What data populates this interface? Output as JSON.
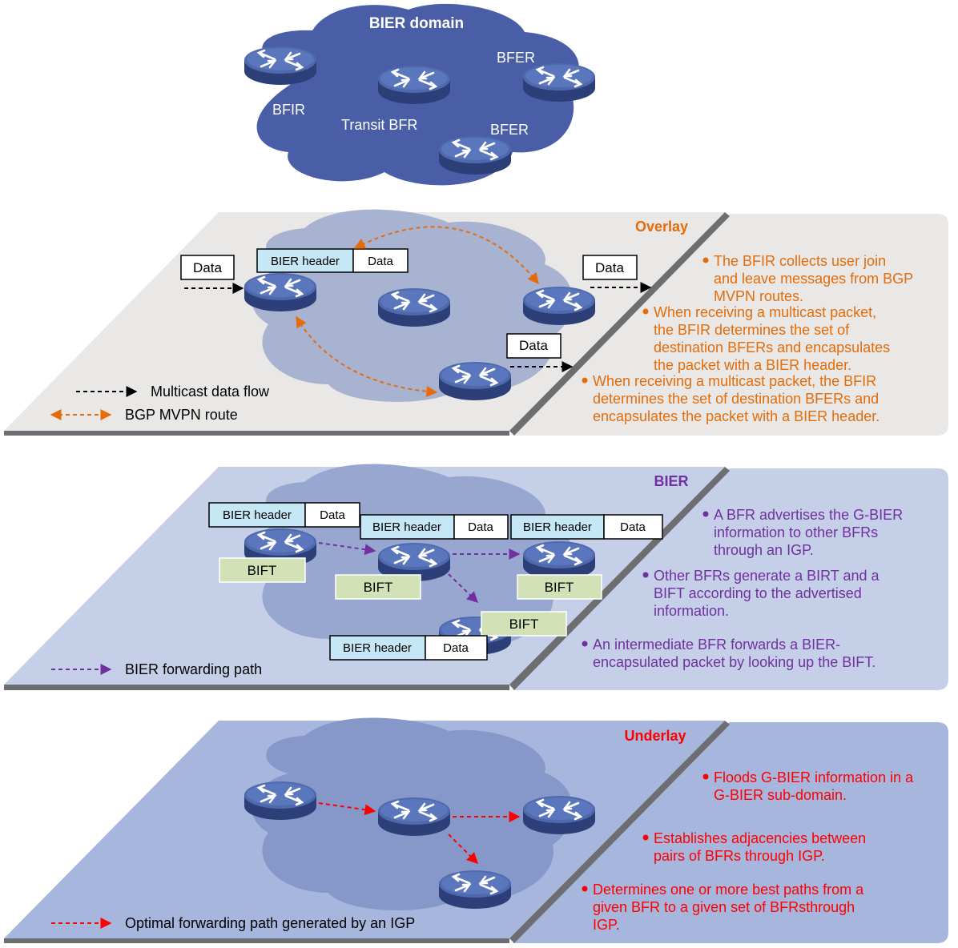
{
  "domain_cloud": {
    "title": "BIER domain",
    "routers": {
      "bfir": "BFIR",
      "transit": "Transit BFR",
      "bfer_top": "BFER",
      "bfer_bottom": "BFER"
    }
  },
  "overlay": {
    "title": "Overlay",
    "data_label": "Data",
    "bier_header": "BIER header",
    "legend": {
      "multicast": "Multicast data flow",
      "bgp": "BGP MVPN route"
    },
    "bullets": [
      [
        "The BFIR collects user join",
        "and leave messages from BGP",
        "MVPN routes."
      ],
      [
        "When receiving a multicast packet,",
        "the BFIR determines the set of",
        "destination BFERs and encapsulates",
        "the packet with a BIER header."
      ],
      [
        "When receiving a multicast packet, the BFIR",
        "determines the set of destination BFERs and",
        "encapsulates the packet with a BIER header."
      ]
    ]
  },
  "bier": {
    "title": "BIER",
    "bier_header": "BIER header",
    "data_label": "Data",
    "bift_label": "BIFT",
    "legend": {
      "forwarding": "BIER forwarding path"
    },
    "bullets": [
      [
        "A BFR advertises the G-BIER",
        "information to other BFRs",
        "through an IGP."
      ],
      [
        "Other BFRs generate a BIRT and a",
        "BIFT according to the advertised",
        "information."
      ],
      [
        "An intermediate BFR forwards a BIER-",
        "encapsulated packet by looking up the BIFT."
      ]
    ]
  },
  "underlay": {
    "title": "Underlay",
    "legend": {
      "optimal": "Optimal forwarding path generated by an IGP"
    },
    "bullets": [
      [
        "Floods G-BIER information in a",
        "G-BIER sub-domain."
      ],
      [
        "Establishes adjacencies between",
        "pairs of BFRs through IGP."
      ],
      [
        "Determines one or more best paths from a",
        "given BFR to a given set of BFRsthrough",
        "IGP."
      ]
    ]
  },
  "colors": {
    "overlay_text": "#e46c0a",
    "bier_text": "#7030a0",
    "underlay_text": "#ff0000",
    "bier_header_fill": "#c6e7f5",
    "bift_fill": "#d3e2b6",
    "cloud_dark": "#4a5ea8",
    "router": "#4a64a8"
  }
}
